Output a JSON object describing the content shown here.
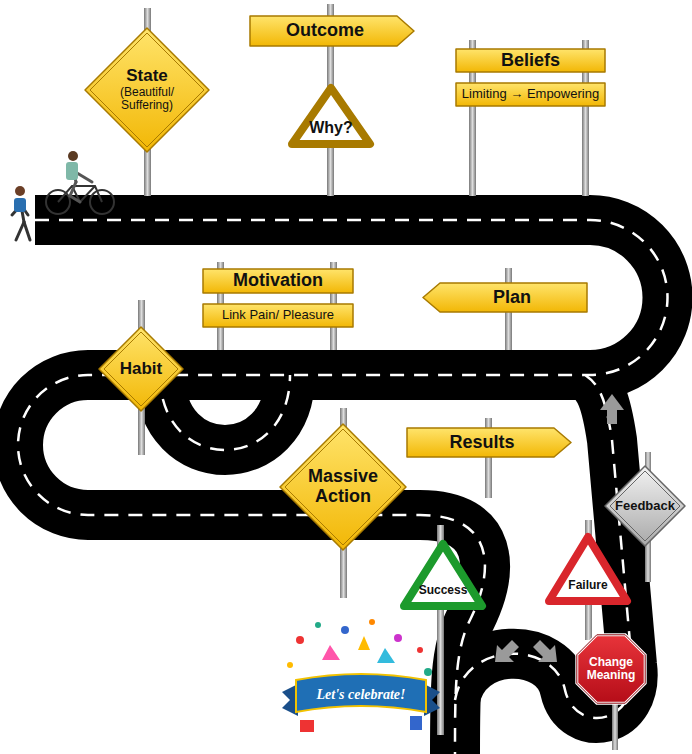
{
  "diagram": {
    "nodes": [
      {
        "text": [
          "State",
          "(Beautiful/ Suffering)"
        ]
      },
      {
        "text": [
          "Outcome"
        ]
      },
      {
        "text": [
          "Why?"
        ]
      },
      {
        "text": [
          "Beliefs"
        ]
      },
      {
        "text": [
          "Limiting → Empowering"
        ]
      },
      {
        "text": [
          "Motivation"
        ]
      },
      {
        "text": [
          "Link Pain/ Pleasure"
        ]
      },
      {
        "text": [
          "Plan"
        ]
      },
      {
        "text": [
          "Habit"
        ]
      },
      {
        "text": [
          "Massive Action"
        ]
      },
      {
        "text": [
          "Results"
        ]
      },
      {
        "text": [
          "Feedback"
        ]
      },
      {
        "text": [
          "Success"
        ]
      },
      {
        "text": [
          "Failure"
        ]
      },
      {
        "text": [
          "Change Meaning"
        ]
      }
    ],
    "labels": [
      "Let's celebrate!"
    ]
  }
}
